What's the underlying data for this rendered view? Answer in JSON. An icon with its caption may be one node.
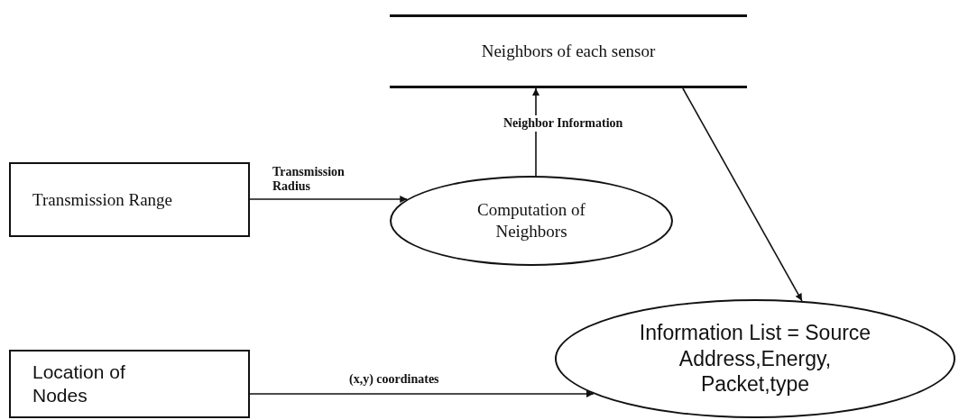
{
  "diagram": {
    "nodes": [
      {
        "text": [
          "Neighbors of each sensor"
        ]
      },
      {
        "text": [
          "Transmission Range"
        ]
      },
      {
        "text": [
          "Computation of Neighbors"
        ]
      },
      {
        "text": [
          "Location of Nodes"
        ]
      },
      {
        "text": [
          "Information List = Source Address,Energy, Packet,type"
        ]
      }
    ],
    "edges": [
      {
        "from": 1,
        "to": 2,
        "arrow": "to",
        "label": "Transmission Radius"
      },
      {
        "from": 2,
        "to": 0,
        "arrow": "to",
        "label": "Neighbor Information"
      },
      {
        "from": 0,
        "to": 4,
        "arrow": "to"
      },
      {
        "from": 3,
        "to": 4,
        "arrow": "to",
        "label": "(x,y) coordinates"
      }
    ]
  }
}
